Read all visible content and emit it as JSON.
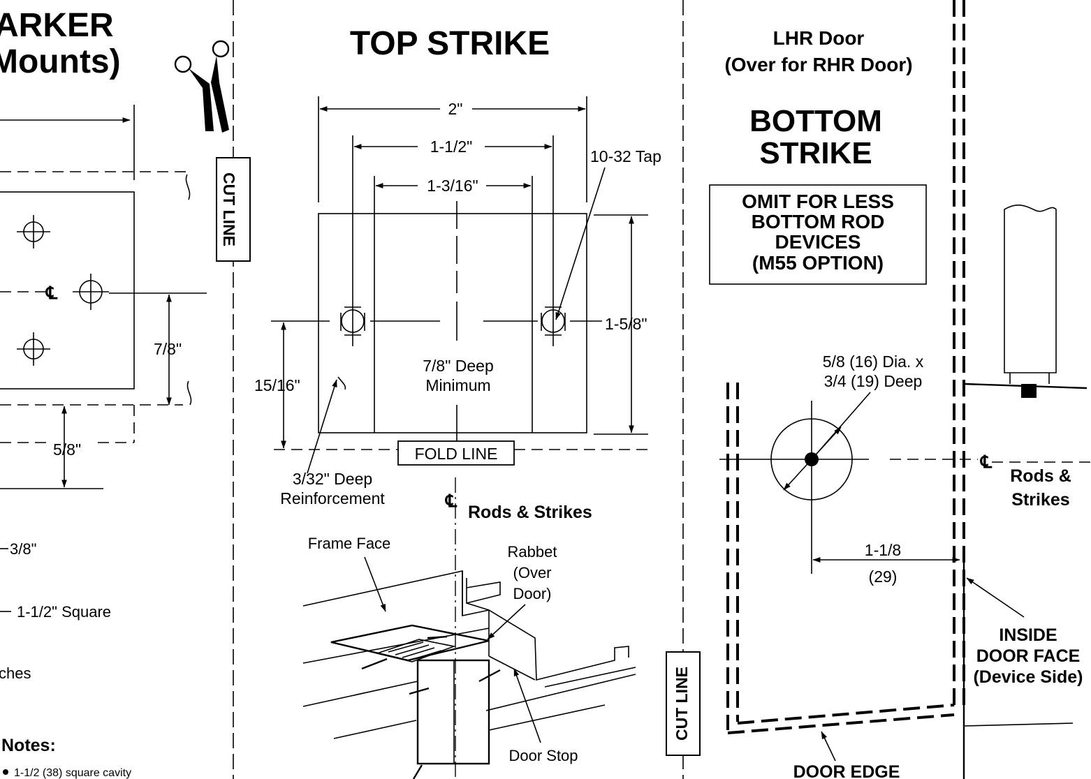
{
  "left_panel": {
    "title_line1": "ARKER",
    "title_line2": "Mounts)",
    "centerline_symbol": "℄",
    "dim_7_8": "7/8\"",
    "dim_5_8": "5/8\"",
    "dim_3_8": "3/8\"",
    "dim_1_1_2_square": "1-1/2\" Square",
    "partial_ches": "ches",
    "notes_heading": "Notes:",
    "note_1": "1-1/2 (38)  square cavity"
  },
  "cut_line_label": "CUT LINE",
  "top_strike": {
    "title": "TOP STRIKE",
    "dim_2": "2\"",
    "dim_1_1_2": "1-1/2\"",
    "dim_1_3_16": "1-3/16\"",
    "tap_label": "10-32 Tap",
    "dim_1_5_8": "1-5/8\"",
    "dim_15_16": "15/16\"",
    "deep_line1": "7/8\" Deep",
    "deep_line2": "Minimum",
    "fold_line": "FOLD LINE",
    "reinforcement_line1": "3/32\" Deep",
    "reinforcement_line2": "Reinforcement",
    "centerline_symbol": "℄",
    "rods_strikes": "Rods & Strikes",
    "frame_face": "Frame Face",
    "rabbet_line1": "Rabbet",
    "rabbet_line2": "(Over",
    "rabbet_line3": "Door)",
    "door_stop": "Door Stop"
  },
  "bottom_strike": {
    "door_line1": "LHR Door",
    "door_line2": "(Over for RHR Door)",
    "title_line1": "BOTTOM",
    "title_line2": "STRIKE",
    "omit_line1": "OMIT FOR LESS",
    "omit_line2": "BOTTOM ROD",
    "omit_line3": "DEVICES",
    "omit_line4": "(M55 OPTION)",
    "hole_line1": "5/8 (16) Dia. x",
    "hole_line2": "3/4 (19) Deep",
    "centerline_symbol": "℄",
    "rods_line1": "Rods &",
    "rods_line2": "Strikes",
    "dim_1_1_8": "1-1/8",
    "dim_29": "(29)",
    "inside_line1": "INSIDE",
    "inside_line2": "DOOR FACE",
    "inside_line3": "(Device Side)",
    "door_edge": "DOOR EDGE"
  }
}
